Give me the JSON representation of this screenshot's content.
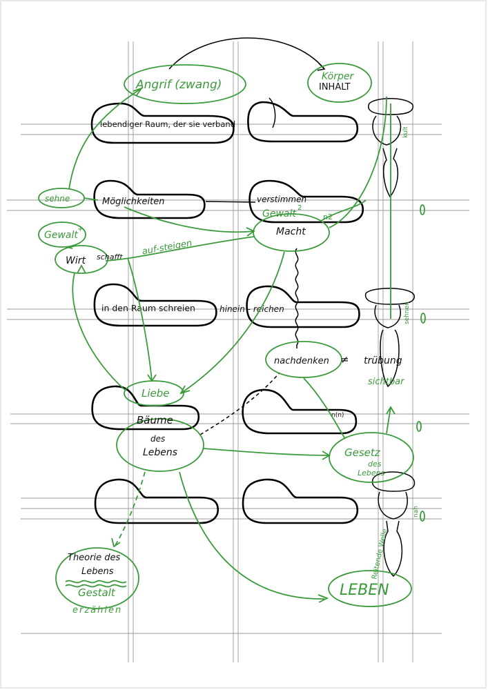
{
  "nodes": {
    "angriff": "Angrif (zwang)",
    "koerper": "Körper",
    "inhalt": "INHALT",
    "sehne": "sehne",
    "gewalt": "Gewalt",
    "gewalt_sup": "+",
    "wirt": "Wirt",
    "schafft": "schafft",
    "auf_steigen": "auf-steigen",
    "gewalt_n2": "Gewalt",
    "gewalt_n2_sup": "2",
    "n2": "n2",
    "macht": "Macht",
    "liebe": "Liebe",
    "baeume": "Bäume",
    "des": "des",
    "lebens": "Lebens",
    "nachdenken": "nachdenken",
    "neq": "≠",
    "troebung": "trübung",
    "sichtbar": "sichtbar",
    "gesetz": "Gesetz",
    "gesetz_des": "des",
    "gesetz_lebens": "Lebens",
    "theorie": "Theorie des",
    "theorie_lebens": "Lebens",
    "gestalt": "Gestalt",
    "erzaehlen": "erzählen",
    "leben": "LEBEN"
  },
  "texts": {
    "lebendiger_raum": "lebendiger Raum, der sie verband",
    "moeglichkeiten": "Möglichkeiten",
    "verstimmen": "verstimmen",
    "in_den_raum": "in den Raum schreien",
    "hinein_reichen": "hinein - reichen",
    "sehnen_side": "sehnen",
    "nah_side": "nah",
    "kuss_side": "kult",
    "reiten_side": "Reitende Welle",
    "n_label": "n(n)"
  }
}
